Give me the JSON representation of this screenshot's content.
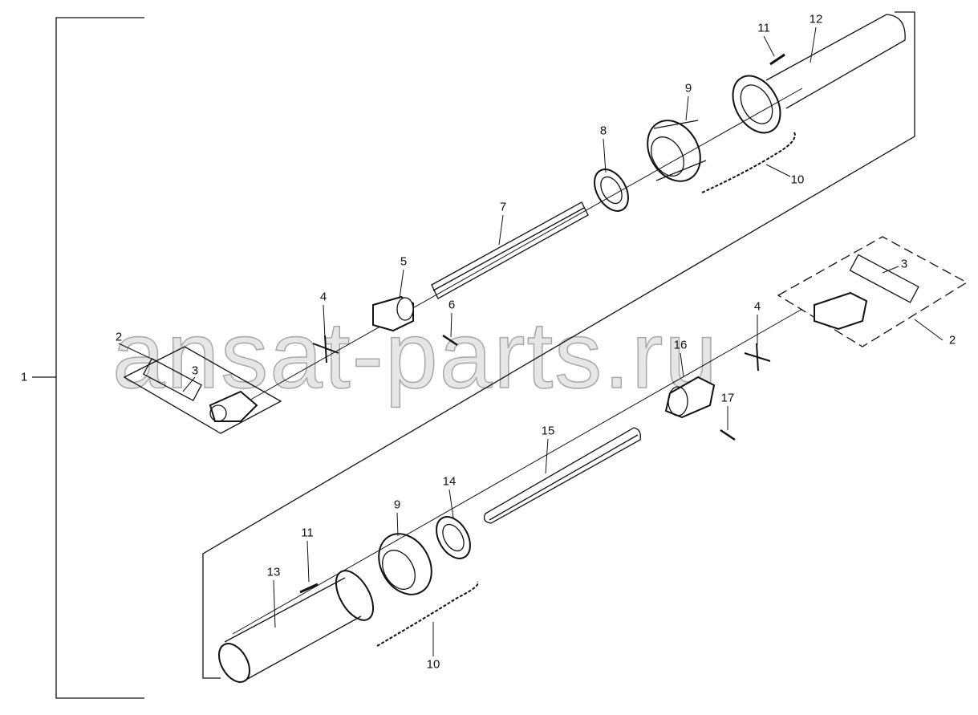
{
  "watermark": "ansat-parts.ru",
  "callouts": {
    "c1": "1",
    "c2a": "2",
    "c2b": "2",
    "c3a": "3",
    "c3b": "3",
    "c4a": "4",
    "c4b": "4",
    "c5": "5",
    "c6": "6",
    "c7": "7",
    "c8": "8",
    "c9a": "9",
    "c9b": "9",
    "c10a": "10",
    "c10b": "10",
    "c11a": "11",
    "c11b": "11",
    "c12": "12",
    "c13": "13",
    "c14": "14",
    "c15": "15",
    "c16": "16",
    "c17": "17"
  }
}
